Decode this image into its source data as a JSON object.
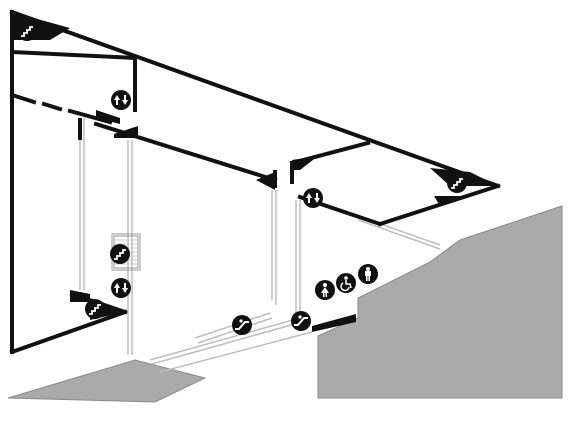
{
  "diagram": {
    "kind": "isometric-floor-plan",
    "caption": "",
    "colors": {
      "wall": "#111111",
      "ground": "#aaaaaa",
      "ground_stroke": "#8a8a8a",
      "thin_line": "#bdbdbd",
      "icon_fill": "#111111",
      "icon_glyph": "#ffffff",
      "background": "#ffffff"
    },
    "icons": [
      {
        "id": "stairs-1",
        "type": "stairs-icon"
      },
      {
        "id": "elevator-1",
        "type": "elevator-icon"
      },
      {
        "id": "stairs-2",
        "type": "stairs-icon"
      },
      {
        "id": "elevator-2",
        "type": "elevator-icon"
      },
      {
        "id": "stairs-3",
        "type": "stairs-icon"
      },
      {
        "id": "elevator-3",
        "type": "elevator-icon"
      },
      {
        "id": "stairs-4",
        "type": "stairs-icon"
      },
      {
        "id": "escalator-1",
        "type": "escalator-icon"
      },
      {
        "id": "escalator-2",
        "type": "escalator-icon"
      },
      {
        "id": "restroom-female",
        "type": "female-restroom-icon"
      },
      {
        "id": "restroom-accessible",
        "type": "accessible-restroom-icon"
      },
      {
        "id": "restroom-male",
        "type": "male-restroom-icon"
      }
    ]
  }
}
